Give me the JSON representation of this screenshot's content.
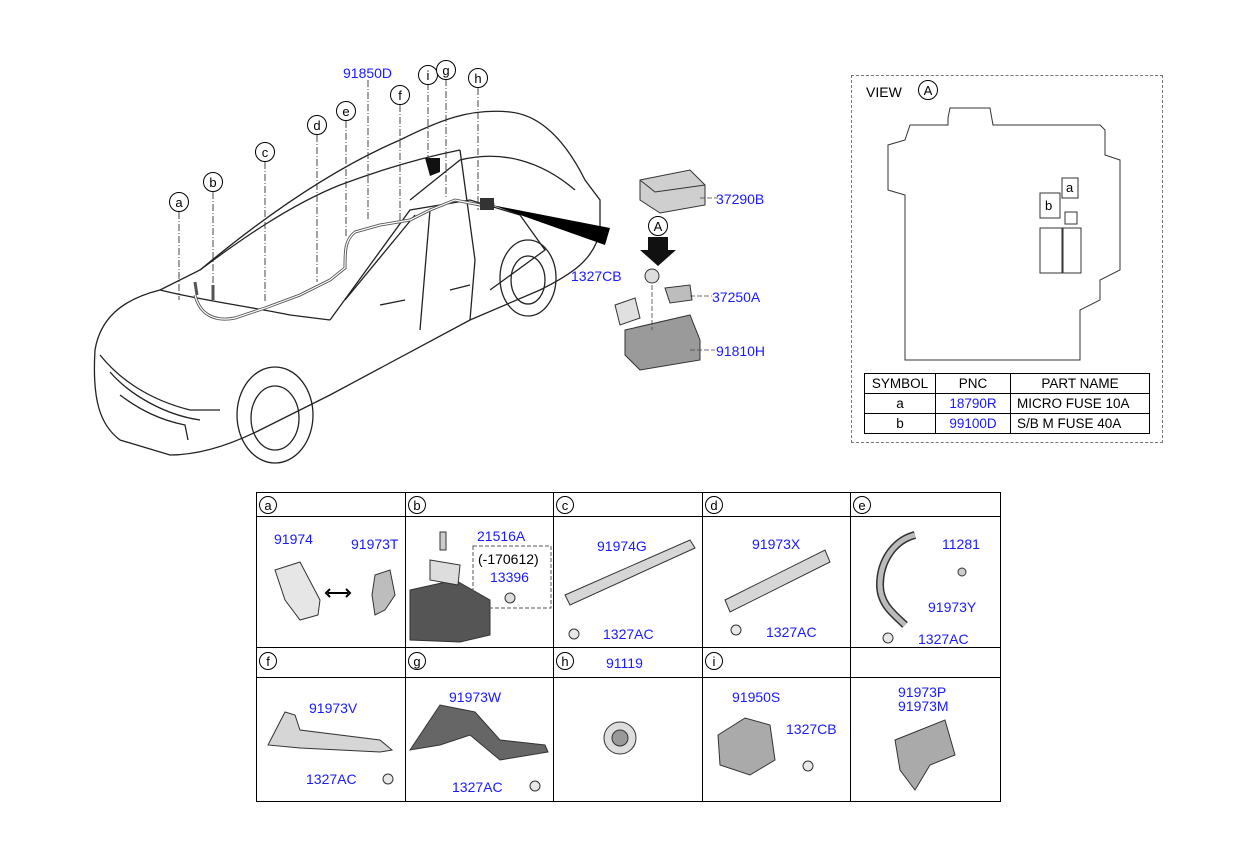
{
  "main_diagram": {
    "callouts": {
      "a": "a",
      "b": "b",
      "c": "c",
      "d": "d",
      "e": "e",
      "f": "f",
      "g": "g",
      "h": "h",
      "i": "i",
      "A": "A"
    },
    "part_labels": {
      "p91850D": "91850D",
      "p37290B": "37290B",
      "p1327CB": "1327CB",
      "p37250A": "37250A",
      "p91810H": "91810H"
    }
  },
  "view_panel": {
    "title": "VIEW",
    "circle": "A",
    "fuse_a": "a",
    "fuse_b": "b",
    "table": {
      "headers": [
        "SYMBOL",
        "PNC",
        "PART NAME"
      ],
      "rows": [
        {
          "symbol": "a",
          "pnc": "18790R",
          "name": "MICRO FUSE 10A"
        },
        {
          "symbol": "b",
          "pnc": "99100D",
          "name": "S/B M FUSE 40A"
        }
      ]
    }
  },
  "detail_grid": {
    "cells": {
      "a": {
        "head": "a",
        "parts": [
          "91974",
          "91973T"
        ]
      },
      "b": {
        "head": "b",
        "parts": [
          "21516A",
          "(-170612)",
          "13396"
        ]
      },
      "c": {
        "head": "c",
        "parts": [
          "91974G",
          "1327AC"
        ]
      },
      "d": {
        "head": "d",
        "parts": [
          "91973X",
          "1327AC"
        ]
      },
      "e": {
        "head": "e",
        "parts": [
          "11281",
          "91973Y",
          "1327AC"
        ]
      },
      "f": {
        "head": "f",
        "parts": [
          "91973V",
          "1327AC"
        ]
      },
      "g": {
        "head": "g",
        "parts": [
          "91973W",
          "1327AC"
        ]
      },
      "h": {
        "head": "h",
        "parts": [
          "91119"
        ]
      },
      "i": {
        "head": "i",
        "parts": [
          "91950S",
          "1327CB"
        ]
      },
      "j": {
        "head": "",
        "parts": [
          "91973P",
          "91973M"
        ]
      }
    }
  },
  "colors": {
    "pnc_blue": "#1a1aff",
    "line": "#000000",
    "gray": "#8a8a8a"
  }
}
